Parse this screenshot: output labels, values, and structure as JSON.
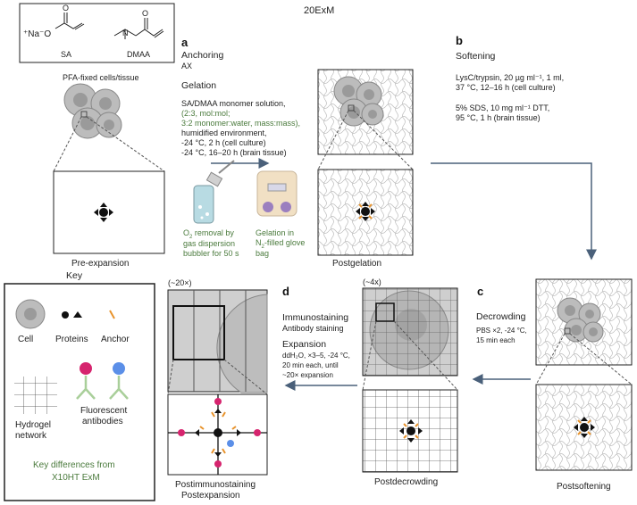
{
  "title": "20ExM",
  "monomers": {
    "sa_label": "SA",
    "dmaa_label": "DMAA",
    "ion_text": "⁺Na⁻O"
  },
  "step_a": {
    "letter": "a",
    "anchoring_title": "Anchoring",
    "anchoring_sub": "AX",
    "gelation_title": "Gelation",
    "lines": [
      "SA/DMAA monomer solution,",
      "(2:3, mol:mol;",
      "3:2 monomer:water, mass:mass),",
      "humidified environment,",
      "-24 °C, 2 h (cell culture)",
      "-24 °C, 16–20 h (brain tissue)"
    ],
    "o2_line1": "O",
    "o2_sub": "2",
    "o2_line1_rest": " removal by",
    "o2_line2": "gas dispersion",
    "o2_line3": "bubbler for 50 s",
    "glove_line1": "Gelation in",
    "glove_line2_pre": "N",
    "glove_line2_sub": "2",
    "glove_line2_rest": "-filled glove",
    "glove_line3": "bag"
  },
  "step_b": {
    "letter": "b",
    "title": "Softening",
    "line1": "LysC/trypsin, 20 µg ml⁻¹, 1 ml,",
    "line2": "37 °C, 12–16 h (cell culture)",
    "line3": "5% SDS, 10 mg ml⁻¹ DTT,",
    "line4": "95 °C, 1 h (brain tissue)"
  },
  "step_c": {
    "letter": "c",
    "title": "Decrowding",
    "line1": "PBS ×2, -24 °C,",
    "line2": "15 min each"
  },
  "step_d": {
    "letter": "d",
    "title1": "Immunostaining",
    "sub1": "Antibody staining",
    "title2": "Expansion",
    "line1": "ddH₂O, ×3–5, -24 °C,",
    "line2": "20 min each, until",
    "line3": "~20× expansion"
  },
  "captions": {
    "pfa": "PFA-fixed cells/tissue",
    "pre": "Pre-expansion",
    "postgel": "Postgelation",
    "postsoft": "Postsoftening",
    "postdecrowd": "Postdecrowding",
    "postimmuno1": "Postimmunostaining",
    "postimmuno2": "Postexpansion",
    "mag4": "(~4x)",
    "mag20": "(~20×)"
  },
  "key": {
    "title": "Key",
    "cell": "Cell",
    "proteins": "Proteins",
    "anchor": "Anchor",
    "hydrogel1": "Hydrogel",
    "hydrogel2": "network",
    "fluor1": "Fluorescent",
    "fluor2": "antibodies",
    "diff1": "Key differences from",
    "diff2": "X10HT ExM"
  },
  "colors": {
    "green": "#4a7a3c",
    "arrow": "#4a607a",
    "cell_fill": "#b9b9b9",
    "nucleus": "#9a9a9a",
    "anchor": "#e8932c",
    "magenta": "#d6246e",
    "blue": "#5b8fe8",
    "antibody_arm": "#a9cf9a"
  }
}
